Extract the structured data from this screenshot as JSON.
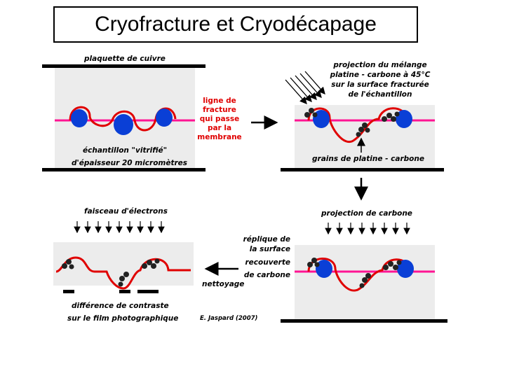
{
  "title": "Cryofracture et Cryodécapage",
  "panel1": {
    "top_label": "plaquette de cuivre",
    "bottom_label_1": "échantillon \"vitrifié\"",
    "bottom_label_2": "d'épaisseur 20 micromètres"
  },
  "fracture_label": [
    "ligne de",
    "fracture",
    "qui passe",
    "par la",
    "membrane"
  ],
  "panel2": {
    "top_label": [
      "projection du mélange",
      "platine - carbone à 45°C",
      "sur la surface fracturée",
      "de l'échantillon"
    ],
    "bottom_label": "grains de platine - carbone"
  },
  "panel3": {
    "top_label": "projection de carbone"
  },
  "replica_label": [
    "réplique de",
    "la surface",
    "recouverte",
    "de carbone"
  ],
  "cleaning_label": "nettoyage",
  "panel4": {
    "top_label": "faisceau d'électrons",
    "bottom_label_1": "différence de contraste",
    "bottom_label_2": "sur le film photographique"
  },
  "credit": "E. Jaspard (2007)",
  "colors": {
    "membrane": "#ff1493",
    "fracture": "#e00000",
    "protein": "#0a3fd6",
    "sample": "#ececec",
    "grain": "#222222"
  }
}
